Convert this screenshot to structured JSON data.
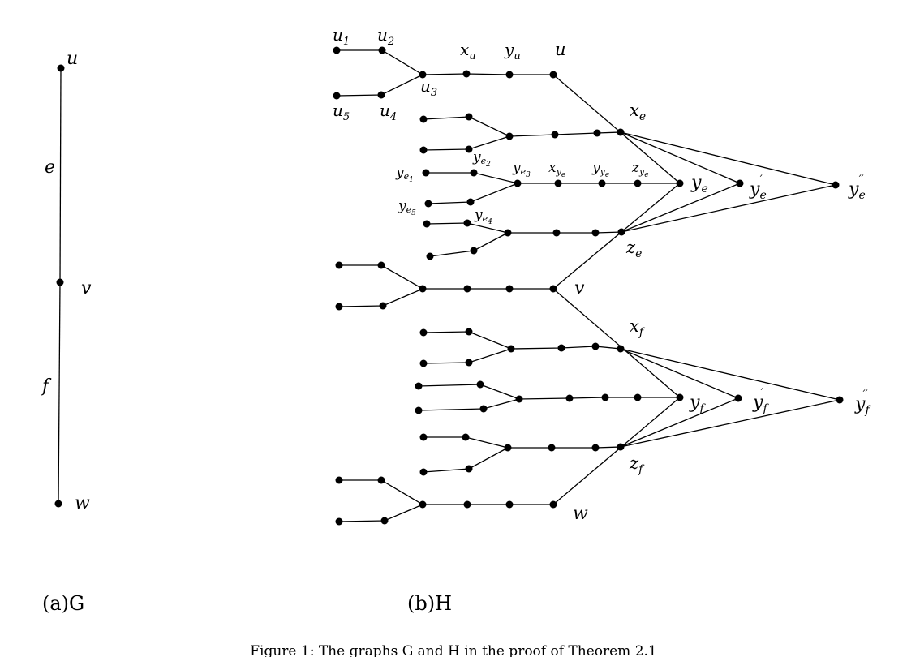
{
  "graph_g": {
    "caption": "(a)G",
    "vertices": {
      "u": "u",
      "v": "v",
      "w": "w"
    },
    "edges": {
      "e": "e",
      "f": "f"
    }
  },
  "graph_h": {
    "caption": "(b)H",
    "labels": {
      "u1": "u",
      "u1_sub": "1",
      "u2": "u",
      "u2_sub": "2",
      "u3": "u",
      "u3_sub": "3",
      "u4": "u",
      "u4_sub": "4",
      "u5": "u",
      "u5_sub": "5",
      "xu": "x",
      "xu_sub": "u",
      "yu": "y",
      "yu_sub": "u",
      "u": "u",
      "xe": "x",
      "xe_sub": "e",
      "ye1": "y",
      "ye1_sub": "e",
      "ye1_subsub": "1",
      "ye2": "y",
      "ye2_sub": "e",
      "ye2_subsub": "2",
      "ye3": "y",
      "ye3_sub": "e",
      "ye3_subsub": "3",
      "ye4": "y",
      "ye4_sub": "e",
      "ye4_subsub": "4",
      "ye5": "y",
      "ye5_sub": "e",
      "ye5_subsub": "5",
      "xye": "x",
      "xye_sub": "y",
      "xye_subsub": "e",
      "yye": "y",
      "yye_sub": "y",
      "yye_subsub": "e",
      "zye": "z",
      "zye_sub": "y",
      "zye_subsub": "e",
      "ye": "y",
      "ye_sub": "e",
      "ye_p": "y",
      "ye_p_sub": "e",
      "ye_p_sup": "′",
      "ye_pp": "y",
      "ye_pp_sub": "e",
      "ye_pp_sup": "′′",
      "ze": "z",
      "ze_sub": "e",
      "v": "v",
      "xf": "x",
      "xf_sub": "f",
      "yf": "y",
      "yf_sub": "f",
      "yf_p": "y",
      "yf_p_sub": "f",
      "yf_p_sup": "′",
      "yf_pp": "y",
      "yf_pp_sub": "f",
      "yf_pp_sup": "′′",
      "zf": "z",
      "zf_sub": "f",
      "w": "w"
    }
  },
  "figure_caption": "Figure 1: The graphs G and H in the proof of Theorem 2.1"
}
